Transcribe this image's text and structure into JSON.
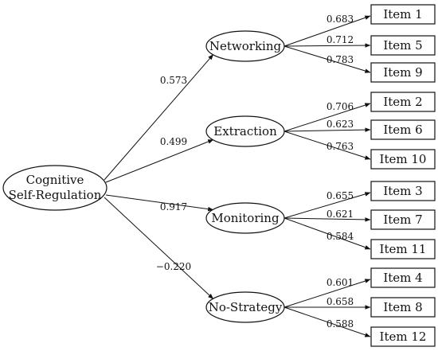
{
  "root": {
    "line1": "Cognitive",
    "line2": "Self-Regulation"
  },
  "factors": [
    {
      "name": "Networking",
      "loading": "0.573",
      "items": [
        {
          "label": "Item 1",
          "loading": "0.683"
        },
        {
          "label": "Item 5",
          "loading": "0.712"
        },
        {
          "label": "Item 9",
          "loading": "0.783"
        }
      ]
    },
    {
      "name": "Extraction",
      "loading": "0.499",
      "items": [
        {
          "label": "Item 2",
          "loading": "0.706"
        },
        {
          "label": "Item 6",
          "loading": "0.623"
        },
        {
          "label": "Item 10",
          "loading": "0.763"
        }
      ]
    },
    {
      "name": "Monitoring",
      "loading": "0.917",
      "items": [
        {
          "label": "Item 3",
          "loading": "0.655"
        },
        {
          "label": "Item 7",
          "loading": "0.621"
        },
        {
          "label": "Item 11",
          "loading": "0.584"
        }
      ]
    },
    {
      "name": "No-Strategy",
      "loading": "−0.220",
      "items": [
        {
          "label": "Item 4",
          "loading": "0.601"
        },
        {
          "label": "Item 8",
          "loading": "0.658"
        },
        {
          "label": "Item 12",
          "loading": "0.588"
        }
      ]
    }
  ]
}
